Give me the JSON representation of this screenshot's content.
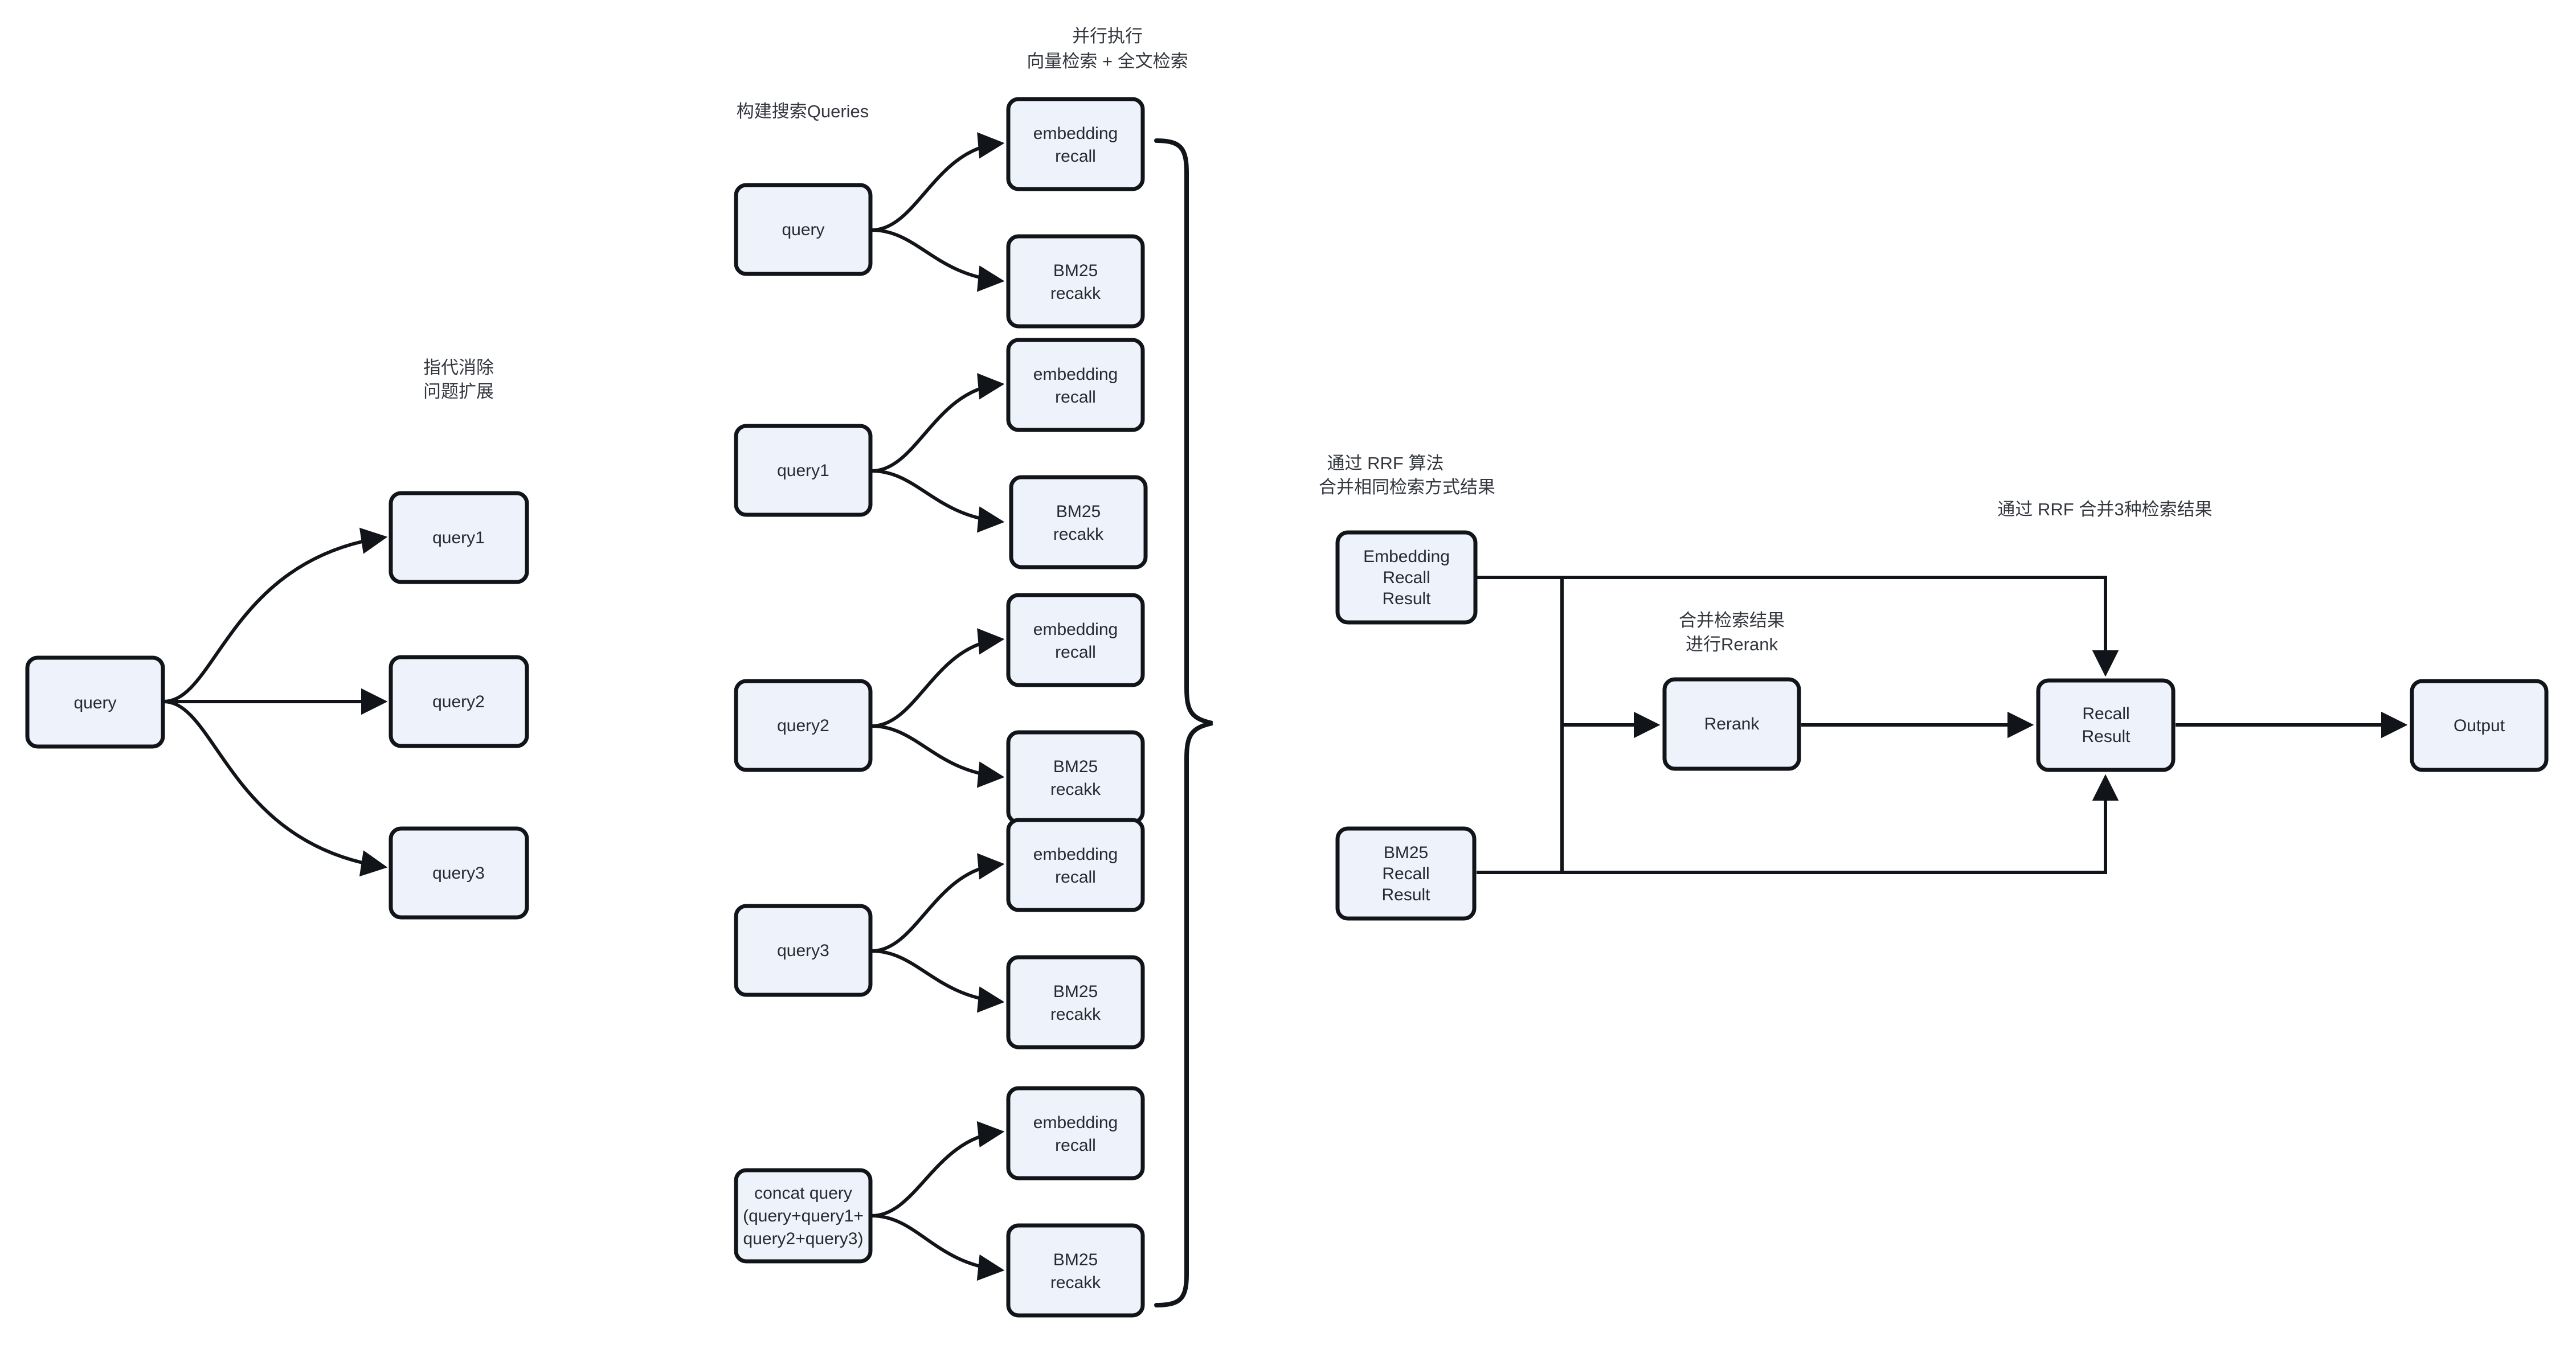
{
  "diagram": {
    "title": "RAG hybrid retrieval pipeline",
    "colors": {
      "node_fill": "#eef2fb",
      "node_stroke": "#111418",
      "text": "#262a31",
      "note_text": "#33373e",
      "background": "#ffffff"
    },
    "notes": [
      {
        "id": "note-coref",
        "lines": [
          "指代消除",
          "问题扩展"
        ]
      },
      {
        "id": "note-build-query",
        "lines": [
          "构建搜索Queries"
        ]
      },
      {
        "id": "note-parallel",
        "lines": [
          "并行执行",
          "向量检索 + 全文检索"
        ]
      },
      {
        "id": "note-rrf-same",
        "lines": [
          "通过 RRF 算法",
          "合并相同检索方式结果"
        ]
      },
      {
        "id": "note-merge-rerank",
        "lines": [
          "合并检索结果",
          "进行Rerank"
        ]
      },
      {
        "id": "note-rrf-three",
        "lines": [
          "通过 RRF 合并3种检索结果"
        ]
      }
    ],
    "stage1": {
      "source": {
        "id": "q-source",
        "label": "query"
      },
      "expanded": [
        {
          "id": "q1",
          "label": "query1"
        },
        {
          "id": "q2",
          "label": "query2"
        },
        {
          "id": "q3",
          "label": "query3"
        }
      ]
    },
    "stage2": {
      "groups": [
        {
          "id": "group-query",
          "query": {
            "id": "s2-query",
            "lines": [
              "query"
            ]
          },
          "recalls": [
            {
              "id": "s2-query-emb",
              "lines": [
                "embedding",
                "recall"
              ]
            },
            {
              "id": "s2-query-bm25",
              "lines": [
                "BM25",
                "recakk"
              ]
            }
          ]
        },
        {
          "id": "group-query1",
          "query": {
            "id": "s2-query1",
            "lines": [
              "query1"
            ]
          },
          "recalls": [
            {
              "id": "s2-query1-emb",
              "lines": [
                "embedding",
                "recall"
              ]
            },
            {
              "id": "s2-query1-bm25",
              "lines": [
                "BM25",
                "recakk"
              ]
            }
          ]
        },
        {
          "id": "group-query2",
          "query": {
            "id": "s2-query2",
            "lines": [
              "query2"
            ]
          },
          "recalls": [
            {
              "id": "s2-query2-emb",
              "lines": [
                "embedding",
                "recall"
              ]
            },
            {
              "id": "s2-query2-bm25",
              "lines": [
                "BM25",
                "recakk"
              ]
            }
          ]
        },
        {
          "id": "group-query3",
          "query": {
            "id": "s2-query3",
            "lines": [
              "query3"
            ]
          },
          "recalls": [
            {
              "id": "s2-query3-emb",
              "lines": [
                "embedding",
                "recall"
              ]
            },
            {
              "id": "s2-query3-bm25",
              "lines": [
                "BM25",
                "recakk"
              ]
            }
          ]
        },
        {
          "id": "group-concat",
          "query": {
            "id": "s2-concat",
            "lines": [
              "concat query",
              "(query+query1+",
              "query2+query3)"
            ]
          },
          "recalls": [
            {
              "id": "s2-concat-emb",
              "lines": [
                "embedding",
                "recall"
              ]
            },
            {
              "id": "s2-concat-bm25",
              "lines": [
                "BM25",
                "recakk"
              ]
            }
          ]
        }
      ]
    },
    "stage3": {
      "nodes": [
        {
          "id": "embedding-recall-result",
          "lines": [
            "Embedding",
            "Recall",
            "Result"
          ]
        },
        {
          "id": "bm25-recall-result",
          "lines": [
            "BM25",
            "Recall",
            "Result"
          ]
        },
        {
          "id": "rerank",
          "lines": [
            "Rerank"
          ]
        },
        {
          "id": "recall-result",
          "lines": [
            "Recall",
            "Result"
          ]
        },
        {
          "id": "output",
          "lines": [
            "Output"
          ]
        }
      ]
    }
  }
}
